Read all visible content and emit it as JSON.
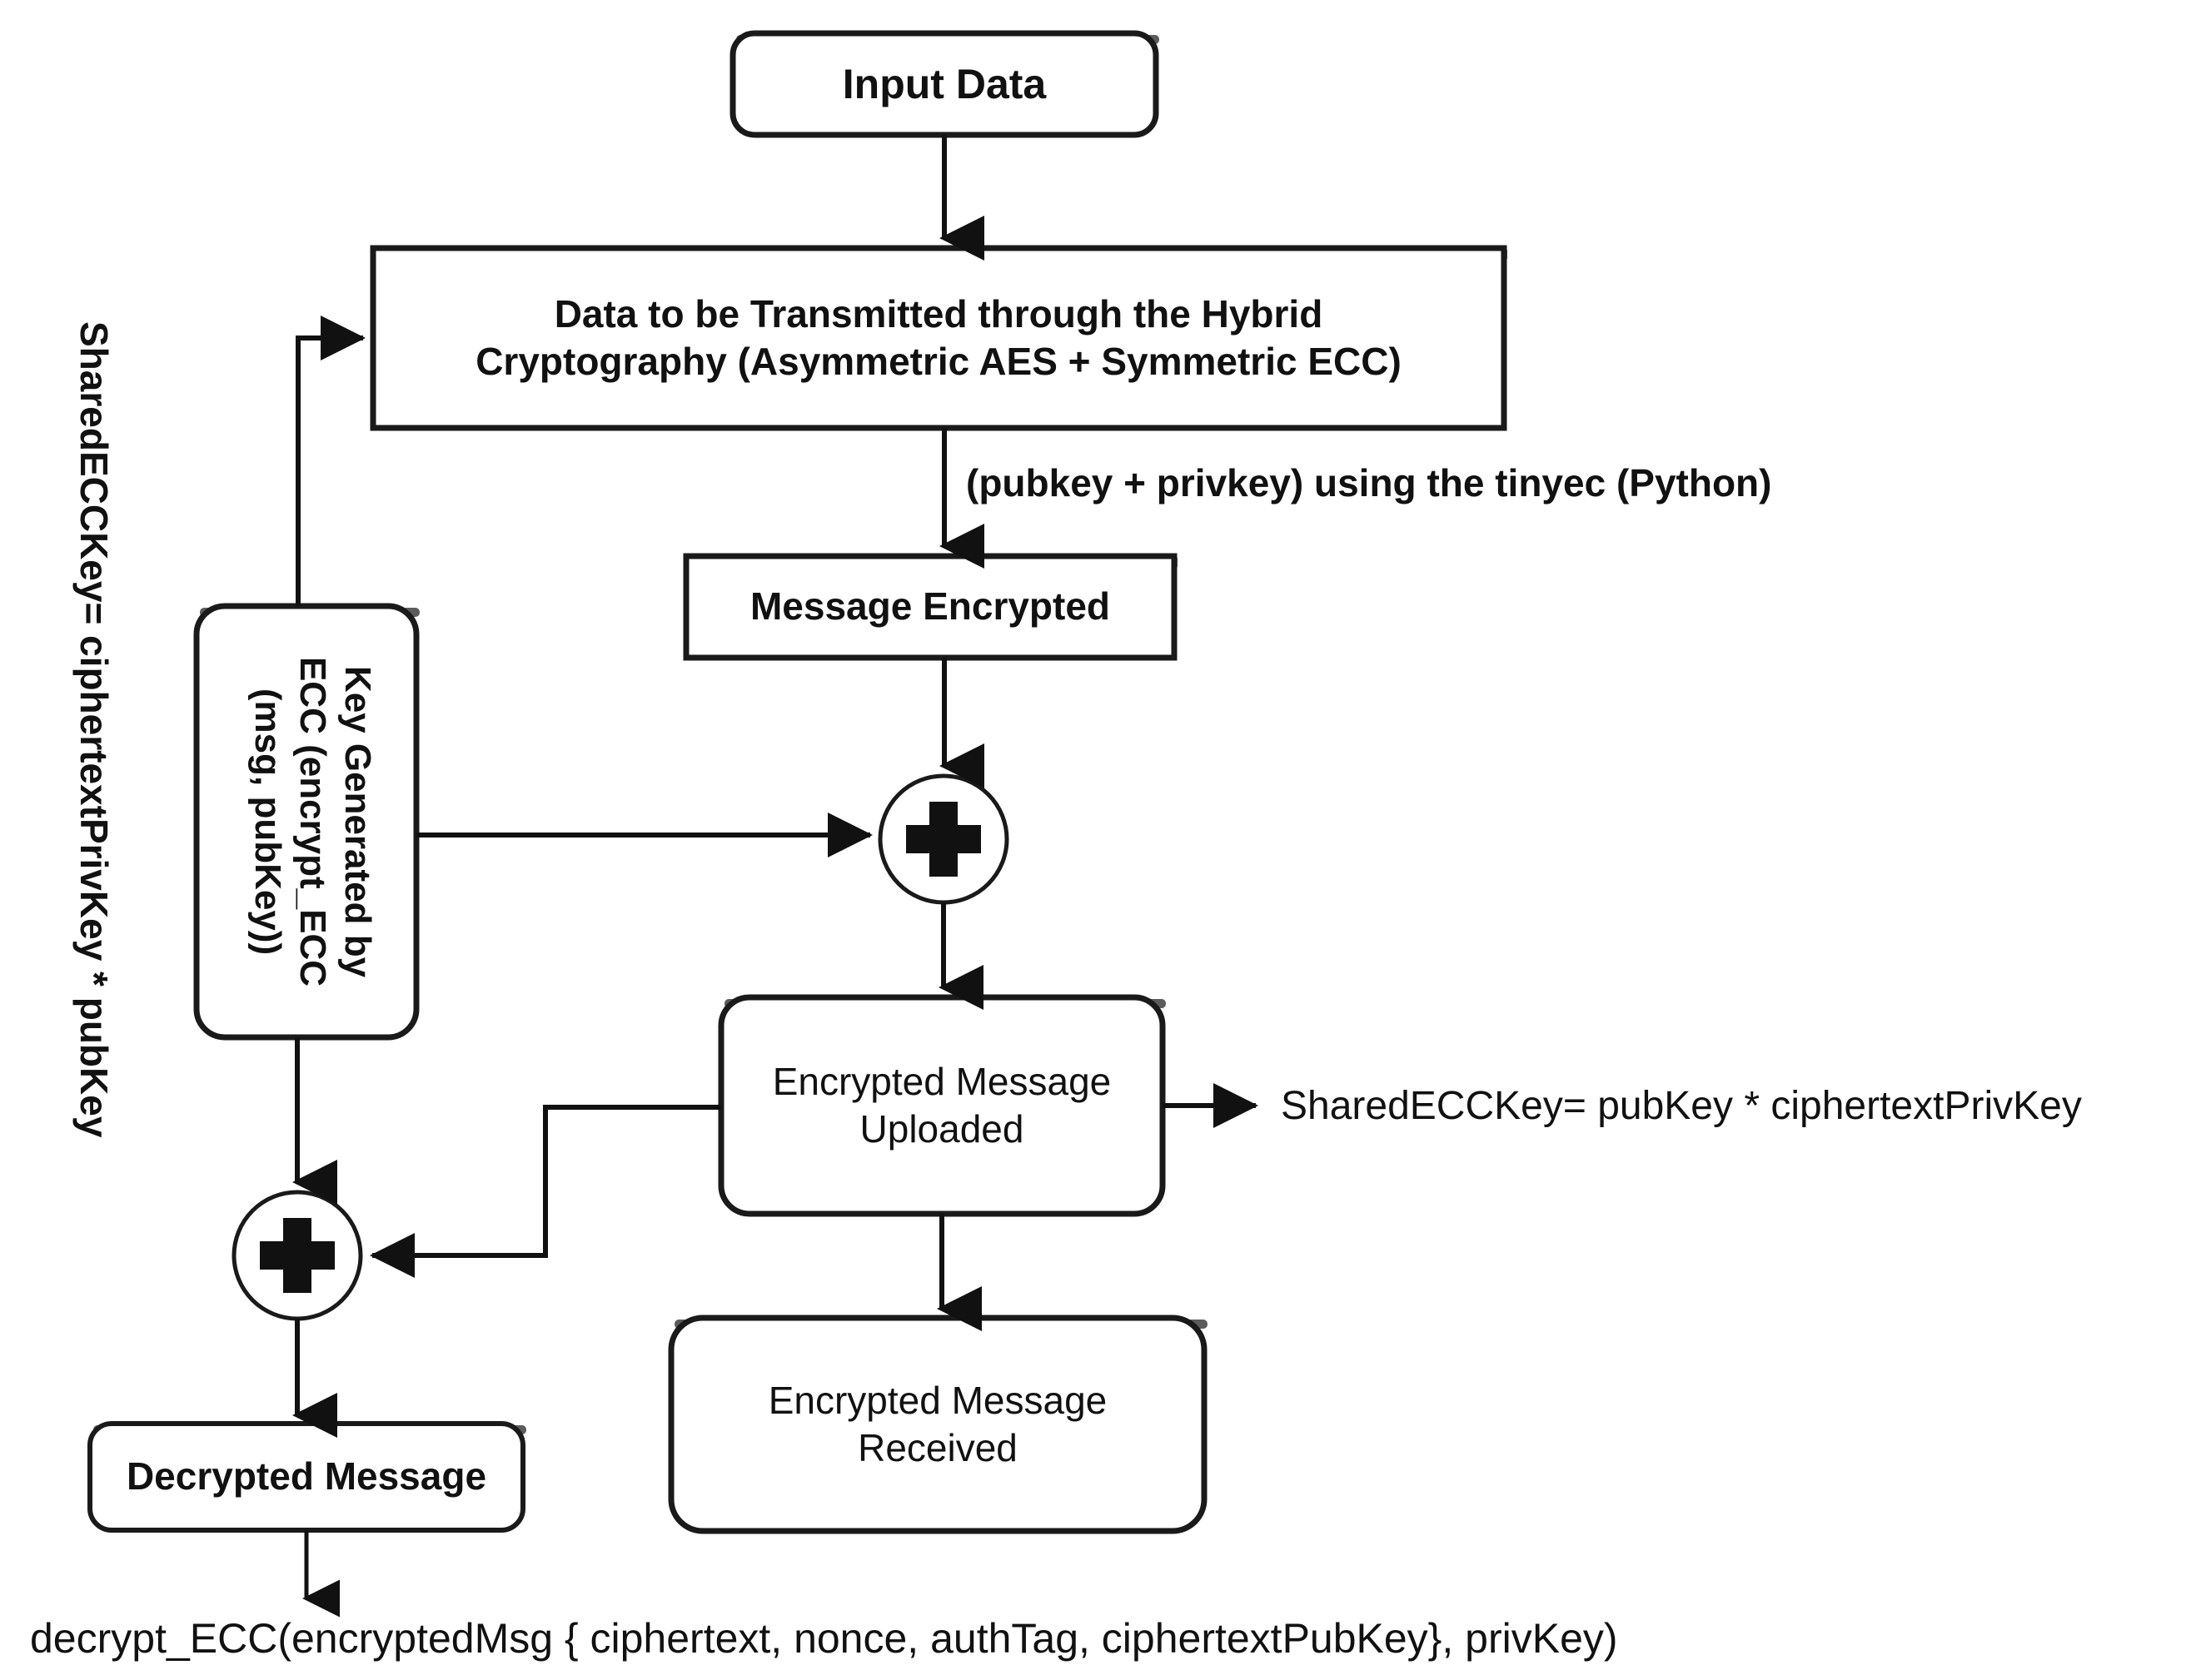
{
  "diagram": {
    "title_text_present": false,
    "background": "#ffffff",
    "stroke_color": "#111111",
    "nodes": [
      {
        "id": "input-data",
        "label": "Input Data",
        "shape": "rounded-rect",
        "bold": true
      },
      {
        "id": "data-transmitted",
        "label": "Data to be Transmitted through the Hybrid\nCryptography (Asymmetric AES + Symmetric ECC)",
        "line1": "Data to be Transmitted through the Hybrid",
        "line2": "Cryptography (Asymmetric AES + Symmetric ECC)",
        "shape": "rect",
        "bold": true
      },
      {
        "id": "message-encrypted",
        "label": "Message Encrypted",
        "shape": "rect",
        "bold": true
      },
      {
        "id": "key-generated",
        "label": "Key Generated by ECC (encrypt_ECC (msg, pubKey))",
        "line1": "Key Generated by",
        "line2": "ECC (encrypt_ECC",
        "line3": "(msg, pubKey))",
        "shape": "rounded-rect-vertical",
        "rotation": "90",
        "bold": true
      },
      {
        "id": "encrypted-message-uploaded",
        "line1": "Encrypted Message",
        "line2": "Uploaded",
        "shape": "rounded-rect",
        "bold": false
      },
      {
        "id": "encrypted-message-received",
        "line1": "Encrypted Message",
        "line2": "Received",
        "shape": "rounded-rect",
        "bold": false
      },
      {
        "id": "decrypted-message",
        "label": "Decrypted Message",
        "shape": "rounded-rect",
        "bold": true
      },
      {
        "id": "plus-junction-1",
        "label": "+",
        "shape": "circle"
      },
      {
        "id": "plus-junction-2",
        "label": "+",
        "shape": "circle"
      }
    ],
    "edge_labels": {
      "tinyec": "(pubkey + privkey) using the tinyec (Python)",
      "shared_ecc_key_right": "SharedECCKey= pubKey * ciphertextPrivKey",
      "shared_ecc_key_left": "SharedECCKey= ciphertextPrivKey * pubKey",
      "decrypt_footer": "decrypt_ECC(encryptedMsg { ciphertext, nonce, authTag, ciphertextPubKey}, privKey)"
    }
  }
}
